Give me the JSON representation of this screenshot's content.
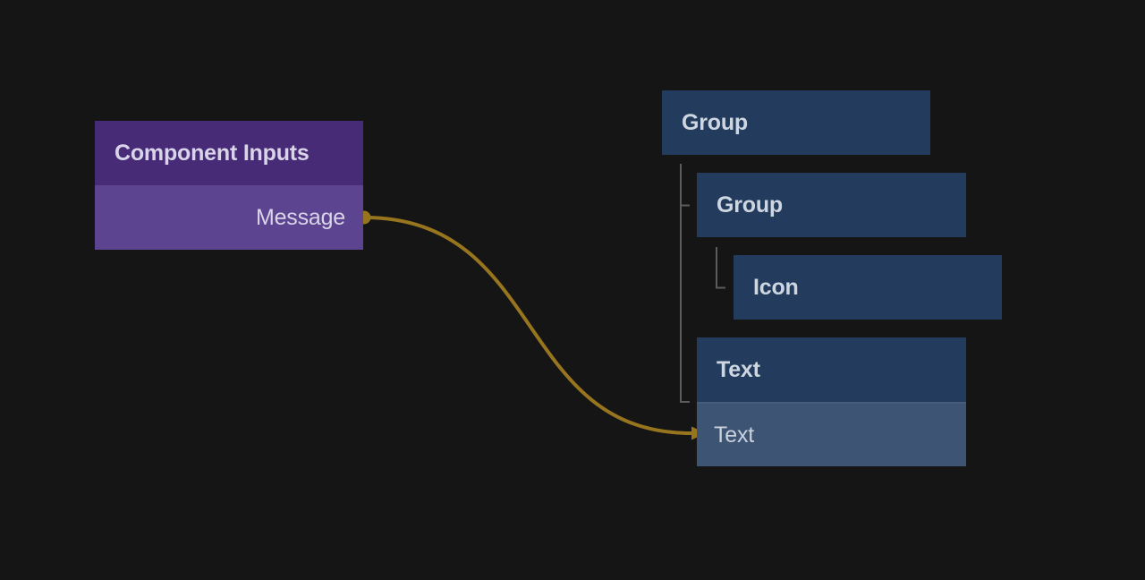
{
  "colors": {
    "background": "#151515",
    "purple_node_header": "#472b77",
    "purple_node_row": "#5c4490",
    "blue_node_header": "#233b5c",
    "blue_node_row_active": "#3d5474",
    "edge_gold": "#97741e",
    "tree_connector_gray": "#5c5c5c",
    "purple_text": "#d9d4e8",
    "blue_text": "#ced6e2"
  },
  "left_node": {
    "title": "Component Inputs",
    "output_port": {
      "label": "Message",
      "port_icon": "circle-port-dot"
    }
  },
  "tree": {
    "root_group": {
      "label": "Group"
    },
    "nested_group": {
      "label": "Group"
    },
    "icon_node": {
      "label": "Icon"
    },
    "text_node": {
      "label": "Text"
    },
    "text_input_row": {
      "label": "Text"
    }
  },
  "edge": {
    "from_port": "Message",
    "to_node_row": "Text",
    "style": "gold-bezier-with-arrowhead"
  }
}
